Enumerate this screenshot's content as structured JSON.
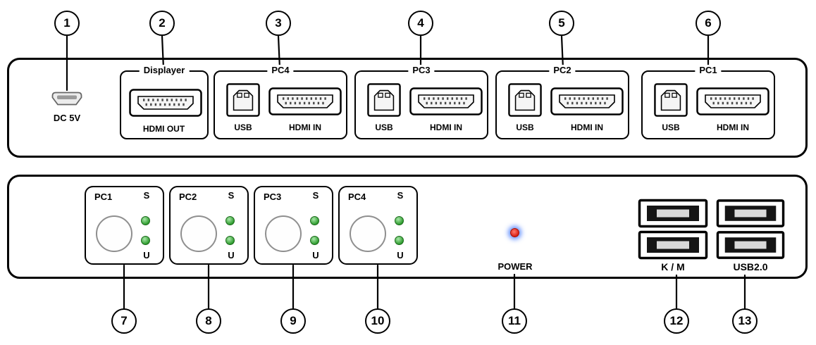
{
  "rear_panel": {
    "dc_port": {
      "callout": "1",
      "label": "DC 5V"
    },
    "display_group": {
      "callout": "2",
      "title": "Displayer",
      "hdmi_label": "HDMI OUT"
    },
    "pc_groups": [
      {
        "callout": "3",
        "title": "PC4",
        "usb_label": "USB",
        "hdmi_label": "HDMI IN"
      },
      {
        "callout": "4",
        "title": "PC3",
        "usb_label": "USB",
        "hdmi_label": "HDMI IN"
      },
      {
        "callout": "5",
        "title": "PC2",
        "usb_label": "USB",
        "hdmi_label": "HDMI IN"
      },
      {
        "callout": "6",
        "title": "PC1",
        "usb_label": "USB",
        "hdmi_label": "HDMI IN"
      }
    ]
  },
  "front_panel": {
    "select_groups": [
      {
        "callout": "7",
        "title": "PC1",
        "led_top": "S",
        "led_bottom": "U"
      },
      {
        "callout": "8",
        "title": "PC2",
        "led_top": "S",
        "led_bottom": "U"
      },
      {
        "callout": "9",
        "title": "PC3",
        "led_top": "S",
        "led_bottom": "U"
      },
      {
        "callout": "10",
        "title": "PC4",
        "led_top": "S",
        "led_bottom": "U"
      }
    ],
    "power_led": {
      "callout": "11",
      "label": "POWER"
    },
    "km_ports": {
      "callout": "12",
      "label": "K / M"
    },
    "usb20_ports": {
      "callout": "13",
      "label": "USB2.0"
    }
  },
  "colors": {
    "outline": "#000000",
    "led_green": "#2c9a2c",
    "power_led_red": "#d81f14",
    "power_led_glow": "#4a7cff"
  }
}
